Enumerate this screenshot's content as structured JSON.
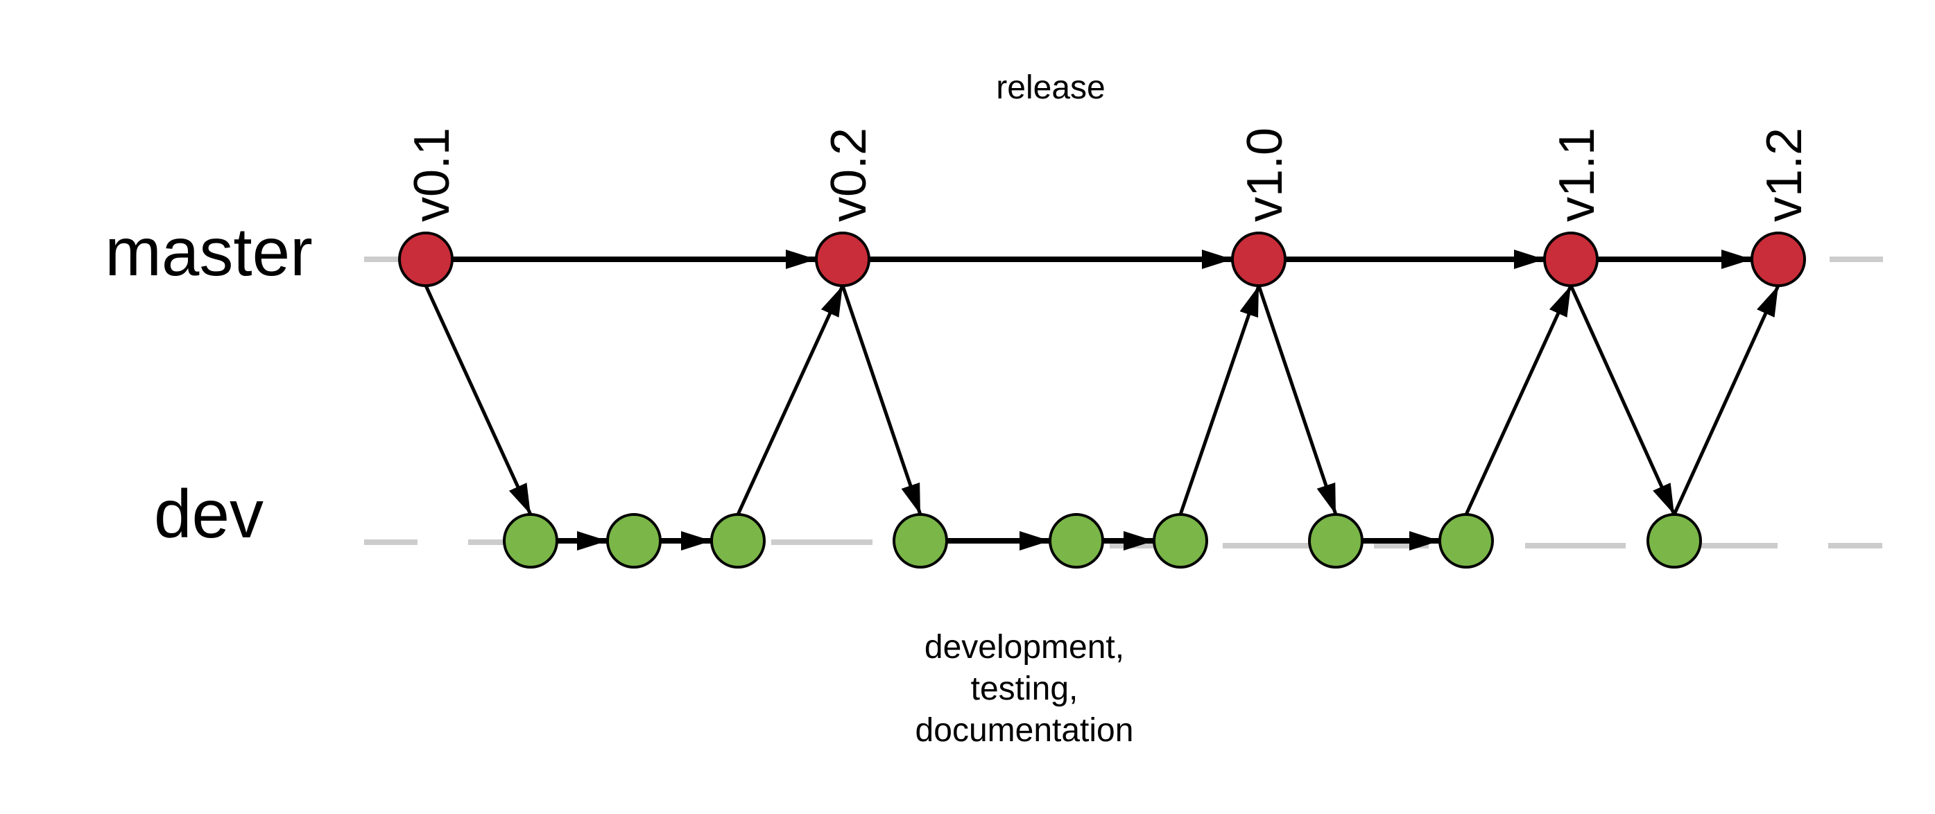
{
  "diagram": {
    "type": "git-branching-model",
    "colors": {
      "master_node": "#C92D39",
      "dev_node": "#7AB648",
      "track": "#CCCCCC",
      "edge": "#000000"
    },
    "branches": [
      {
        "id": "master",
        "label": "master"
      },
      {
        "id": "dev",
        "label": "dev"
      }
    ],
    "annotations": {
      "top": "release",
      "bottom": [
        "development,",
        "testing,",
        "documentation"
      ]
    },
    "nodes": [
      {
        "id": "m1",
        "branch": "master",
        "tag": "v0.1"
      },
      {
        "id": "m2",
        "branch": "master",
        "tag": "v0.2"
      },
      {
        "id": "m3",
        "branch": "master",
        "tag": "v1.0"
      },
      {
        "id": "m4",
        "branch": "master",
        "tag": "v1.1"
      },
      {
        "id": "m5",
        "branch": "master",
        "tag": "v1.2"
      },
      {
        "id": "d1",
        "branch": "dev"
      },
      {
        "id": "d2",
        "branch": "dev"
      },
      {
        "id": "d3",
        "branch": "dev"
      },
      {
        "id": "d4",
        "branch": "dev"
      },
      {
        "id": "d5",
        "branch": "dev"
      },
      {
        "id": "d6",
        "branch": "dev"
      },
      {
        "id": "d7",
        "branch": "dev"
      },
      {
        "id": "d8",
        "branch": "dev"
      },
      {
        "id": "d9",
        "branch": "dev"
      }
    ],
    "edges": [
      {
        "from": "m1",
        "to": "m2"
      },
      {
        "from": "m2",
        "to": "m3"
      },
      {
        "from": "m3",
        "to": "m4"
      },
      {
        "from": "m4",
        "to": "m5"
      },
      {
        "from": "m1",
        "to": "d1"
      },
      {
        "from": "d1",
        "to": "d2"
      },
      {
        "from": "d2",
        "to": "d3"
      },
      {
        "from": "d3",
        "to": "m2"
      },
      {
        "from": "m2",
        "to": "d4"
      },
      {
        "from": "d4",
        "to": "d5"
      },
      {
        "from": "d5",
        "to": "d6"
      },
      {
        "from": "d6",
        "to": "m3"
      },
      {
        "from": "m3",
        "to": "d7"
      },
      {
        "from": "d7",
        "to": "d8"
      },
      {
        "from": "d8",
        "to": "m4"
      },
      {
        "from": "m4",
        "to": "d9"
      },
      {
        "from": "d9",
        "to": "m5"
      }
    ]
  }
}
